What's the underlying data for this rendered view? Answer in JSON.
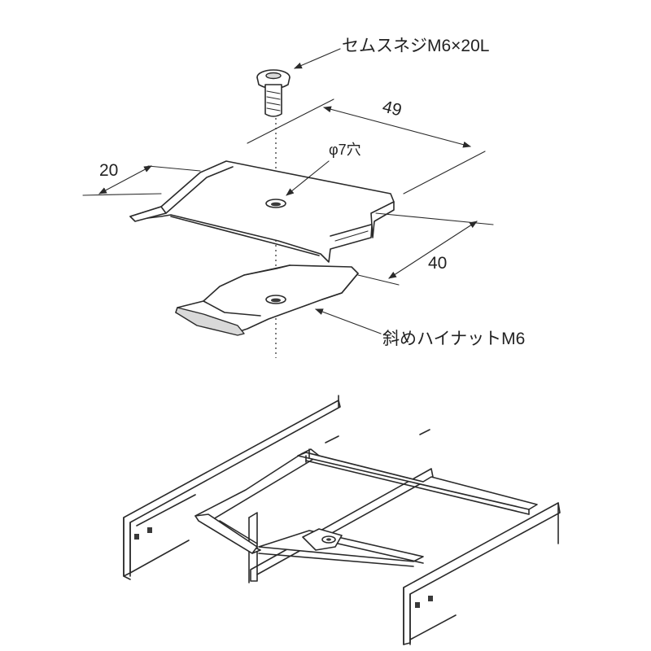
{
  "labels": {
    "screw": "セムスネジM6×20L",
    "hole": "φ7穴",
    "dim_width": "49",
    "dim_flange": "20",
    "dim_depth": "40",
    "nut": "斜めハイナットM6"
  },
  "colors": {
    "line": "#2a2a2a",
    "background": "#ffffff"
  }
}
